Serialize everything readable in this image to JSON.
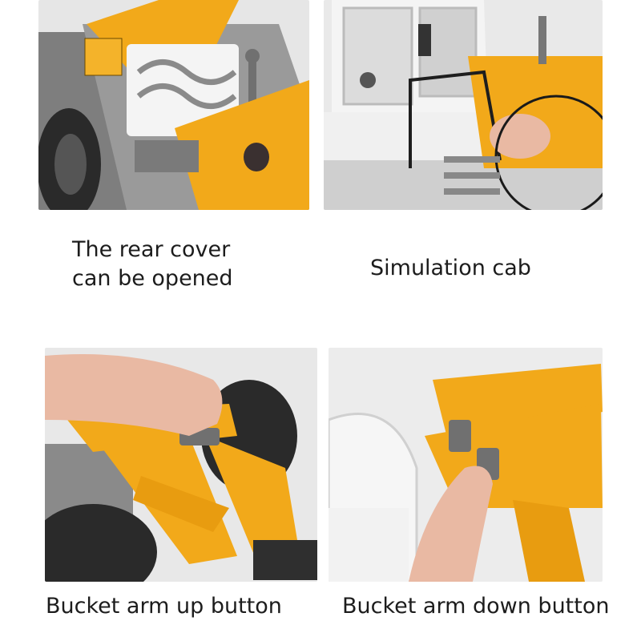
{
  "colors": {
    "loader_yellow": "#f2a91a",
    "body_white": "#f1f1f1",
    "plastic_grey": "#8c8c8c",
    "tire_black": "#2a2a2a",
    "skin": "#e9b9a3",
    "background_grey": "#e6e6e6"
  },
  "panels": [
    {
      "image": "rear-cover-open-photo",
      "caption": "The rear cover\ncan be opened"
    },
    {
      "image": "simulation-cab-photo",
      "caption": "Simulation cab"
    },
    {
      "image": "bucket-arm-up-button-photo",
      "caption": "Bucket arm up button"
    },
    {
      "image": "bucket-arm-down-button-photo",
      "caption": "Bucket arm down button"
    }
  ]
}
